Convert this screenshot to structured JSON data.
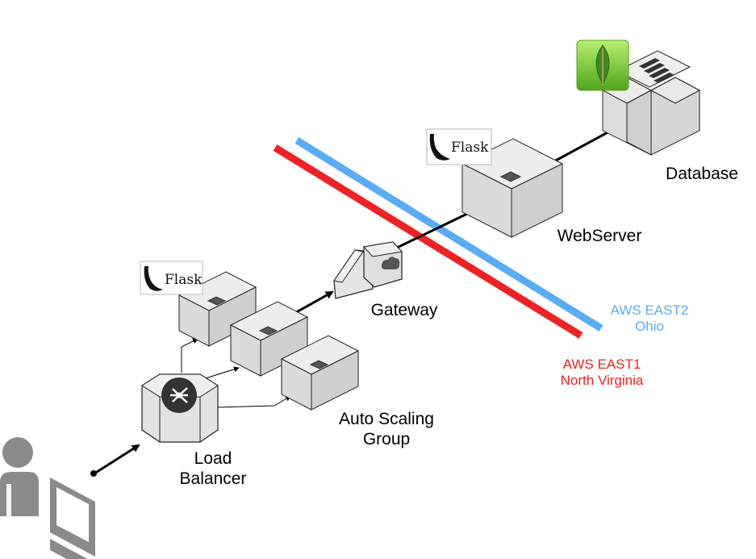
{
  "labels": {
    "database": "Database",
    "webserver": "WebServer",
    "gateway": "Gateway",
    "auto_scaling": [
      "Auto Scaling",
      "Group"
    ],
    "load_balancer": [
      "Load",
      "Balancer"
    ]
  },
  "regions": {
    "east2": {
      "lines": [
        "AWS EAST2",
        "Ohio"
      ],
      "color": "#5aabf5"
    },
    "east1": {
      "lines": [
        "AWS EAST1",
        "North Virginia"
      ],
      "color": "#ee2222"
    }
  },
  "badges": {
    "flask_text": "Flask"
  },
  "icons": {
    "database_logo": "mongodb-leaf-icon",
    "framework_logo": "flask-horn-icon",
    "user": "user-icon",
    "client": "computer-icon",
    "load_balancer": "load-balancer-icon",
    "gateway": "api-gateway-icon",
    "server": "server-box-icon"
  },
  "colors": {
    "box_face": "#e9e9e9",
    "box_side": "#d2d2d2",
    "box_front": "#dcdcdc",
    "user_gray": "#8a8a8a",
    "mongo_green": "#7ccb2e"
  }
}
